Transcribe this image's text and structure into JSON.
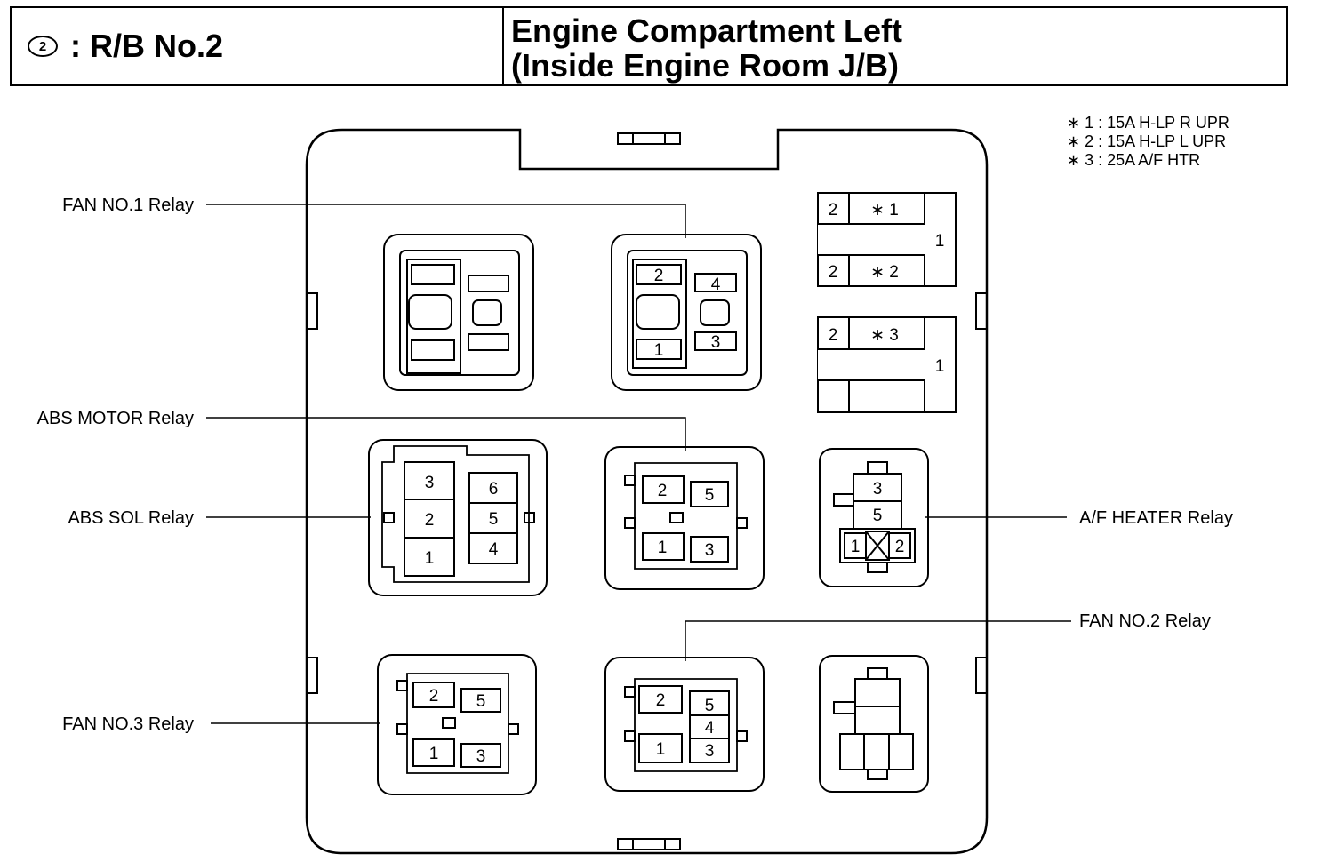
{
  "header": {
    "connector_number": "2",
    "block_name": ": R/B No.2",
    "location_line1": "Engine Compartment Left",
    "location_line2": "(Inside Engine Room J/B)"
  },
  "fuse_notes": [
    "∗ 1 : 15A H-LP R UPR",
    "∗ 2 : 15A H-LP L UPR",
    "∗ 3 : 25A A/F HTR"
  ],
  "labels": {
    "fan1": "FAN NO.1 Relay",
    "abs_motor": "ABS MOTOR Relay",
    "abs_sol": "ABS SOL Relay",
    "fan3": "FAN NO.3 Relay",
    "af_heater": "A/F HEATER Relay",
    "fan2": "FAN NO.2 Relay"
  },
  "fuses": {
    "f1_left": "2",
    "f1_mid": "∗ 1",
    "f2_left": "2",
    "f2_mid": "∗ 2",
    "f12_right": "1",
    "f3_left": "2",
    "f3_mid": "∗ 3",
    "f3_right": "1"
  },
  "pins": {
    "fan1": [
      "2",
      "4",
      "1",
      "3"
    ],
    "abs_sol": [
      "3",
      "2",
      "1",
      "6",
      "5",
      "4"
    ],
    "abs_motor": [
      "2",
      "5",
      "1",
      "3"
    ],
    "af_heater": [
      "3",
      "5",
      "1",
      "2"
    ],
    "fan3": [
      "2",
      "5",
      "1",
      "3"
    ],
    "fan2": [
      "2",
      "5",
      "4",
      "1",
      "3"
    ]
  }
}
